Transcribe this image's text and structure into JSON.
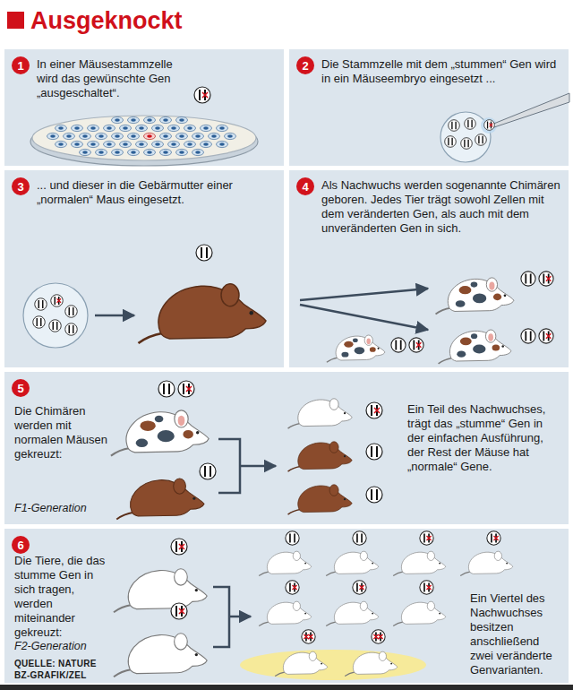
{
  "diagram": {
    "title": "Ausgeknockt",
    "nodes": [
      {
        "text": [
          "In einer Mäusestammzelle wird das gewünschte Gen „ausgeschaltet“."
        ]
      },
      {
        "text": [
          "1"
        ],
        "in": 0
      },
      {
        "text": [
          "Die Stammzelle mit dem „stummen“ Gen wird in ein Mäuseembryo eingesetzt ..."
        ]
      },
      {
        "text": [
          "2"
        ],
        "in": 2
      },
      {
        "text": [
          "... und dieser in die Gebärmutter einer „normalen“ Maus eingesetzt."
        ]
      },
      {
        "text": [
          "3"
        ],
        "in": 4
      },
      {
        "text": [
          "Als Nachwuchs werden sogenannte Chimären geboren. Jedes Tier trägt sowohl Zellen mit dem veränderten Gen, als auch mit dem unveränderten Gen in sich."
        ]
      },
      {
        "text": [
          "4"
        ],
        "in": 6
      },
      {
        "text": [
          "Die Chimären werden mit normalen Mäusen gekreuzt:",
          "Ein Teil des Nachwuchses, trägt das „stumme“ Gen in der einfachen Ausführung, der Rest der Mäuse hat „normale“ Gene."
        ]
      },
      {
        "text": [
          "5"
        ],
        "in": 8
      },
      {
        "text": [
          "Die Tiere, die das stumme Gen in sich tragen, werden miteinander gekreuzt:",
          "Ein Viertel des Nachwuchses besitzen anschließend zwei veränderte Genvarianten."
        ]
      },
      {
        "text": [
          "6"
        ],
        "in": 10
      }
    ],
    "labels": [
      "F1-Generation",
      "F2-Generation",
      "QUELLE: NATURE",
      "BZ-GRAFIK/ZEL"
    ]
  }
}
